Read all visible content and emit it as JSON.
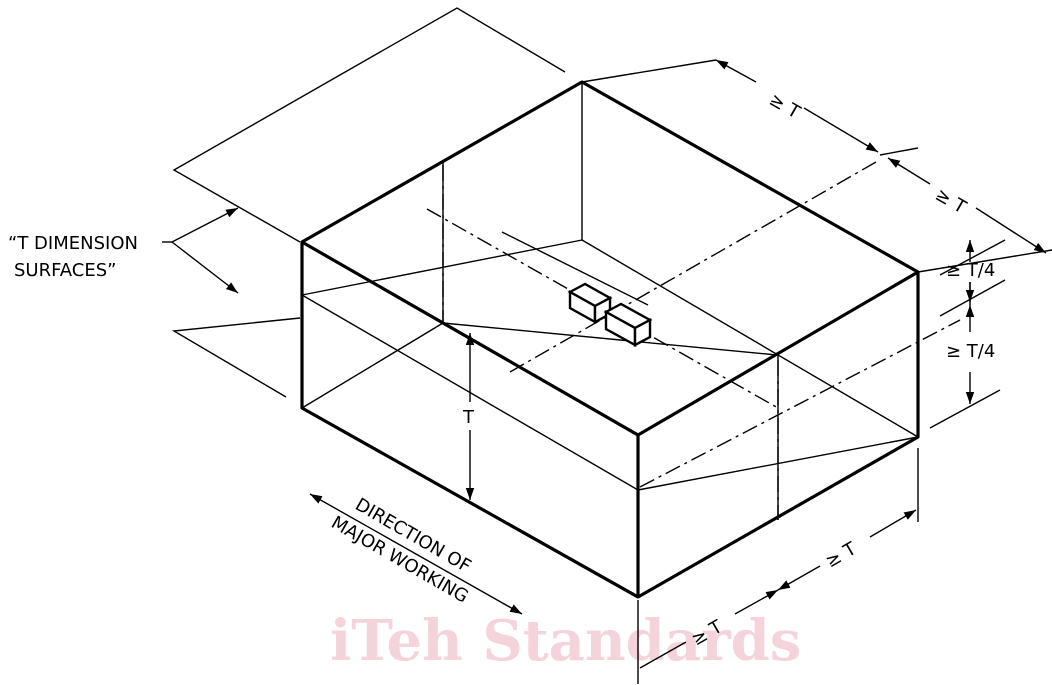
{
  "labels": {
    "surfaces_line1": "“T DIMENSION",
    "surfaces_line2": "SURFACES”",
    "direction_line1": "DIRECTION OF",
    "direction_line2": "MAJOR WORKING",
    "dim_top_1": "≥ T",
    "dim_top_2": "≥ T",
    "dim_right_upper": "≥ T/4",
    "dim_right_lower": "≥ T/4",
    "dim_thickness": "T",
    "dim_bottom_1": "≥ T",
    "dim_bottom_2": "≥ T"
  },
  "watermark": "iTeh Standards",
  "colors": {
    "line": "#000000",
    "watermark": "#f2c5cf"
  }
}
